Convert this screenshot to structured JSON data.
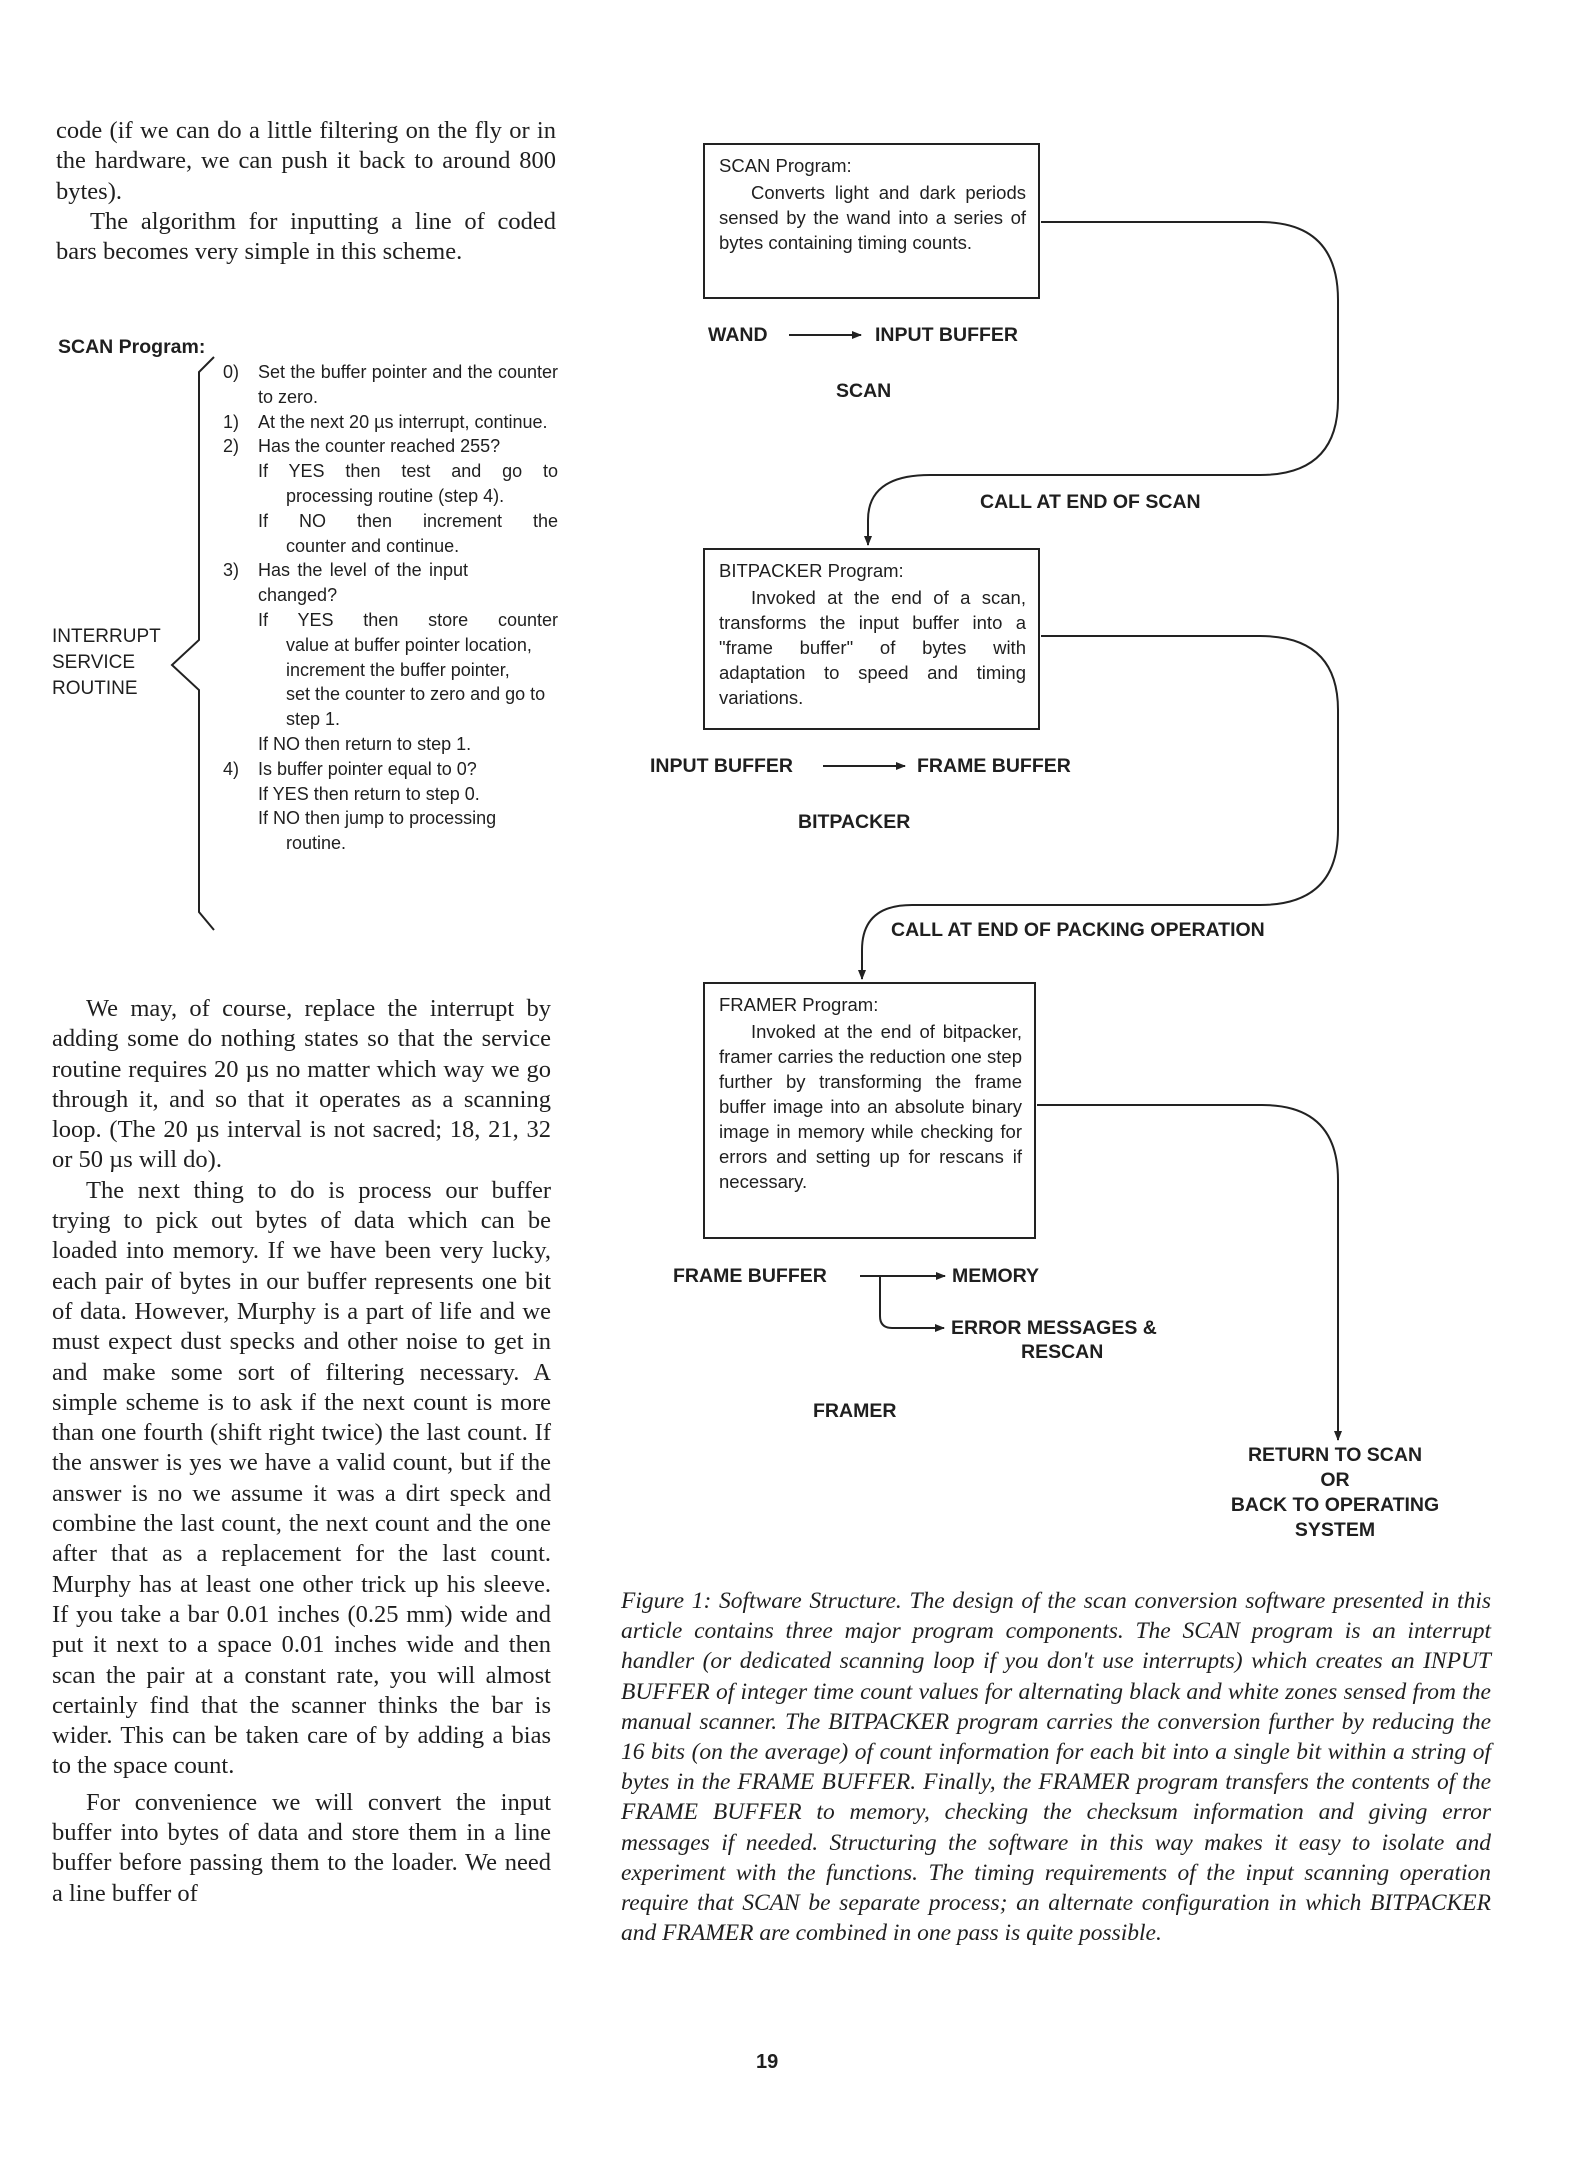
{
  "left_column": {
    "intro_paragraphs": [
      "code (if we can do a little filtering on the fly or in the hardware, we can push it back to around 800 bytes).",
      "The algorithm for inputting a line of coded bars becomes very simple in this scheme."
    ],
    "scan_program_title": "SCAN Program:",
    "interrupt_label": [
      "INTERRUPT",
      "SERVICE",
      "ROUTINE"
    ],
    "steps": {
      "s0_num": "0)",
      "s0_text": "Set the buffer pointer and the counter to zero.",
      "s1_num": "1)",
      "s1_text": "At the next 20 µs interrupt, continue.",
      "s2_num": "2)",
      "s2_text": "Has the counter reached 255?",
      "s2_yes_a": "If YES then test and go to",
      "s2_yes_b": "processing routine (step 4).",
      "s2_no_a": "If NO then increment the",
      "s2_no_b": "counter and continue.",
      "s3_num": "3)",
      "s3_text": "Has the level of the input changed?",
      "s3_yes_a": "If YES then store counter",
      "s3_yes_b": "value at buffer pointer location,",
      "s3_yes_c": "increment the buffer pointer,",
      "s3_yes_d": "set the counter to zero and go to step 1.",
      "s3_no": "If NO then return to step 1.",
      "s4_num": "4)",
      "s4_text": "Is buffer pointer equal to 0?",
      "s4_yes": "If YES then return to step 0.",
      "s4_no_a": "If NO then jump to processing",
      "s4_no_b": "routine."
    },
    "main_paragraphs": [
      "We may, of course, replace the interrupt by adding some do nothing states so that the service routine requires 20 µs no matter which way we go through it, and so that it operates as a scanning loop. (The 20 µs interval is not sacred; 18, 21, 32 or 50 µs will do).",
      "The next thing to do is process our buffer trying to pick out bytes of data which can be loaded into memory. If we have been very lucky, each pair of bytes in our buffer represents one bit of data. However, Murphy is a part of life and we must expect dust specks and other noise to get in and make some sort of filtering necessary. A simple scheme is to ask if the next count is more than one fourth (shift right twice) the last count. If the answer is yes we have a valid count, but if the answer is no we assume it was a dirt speck and combine the last count, the next count and the one after that as a replacement for the last count. Murphy has at least one other trick up his sleeve. If you take a bar 0.01 inches (0.25 mm) wide and put it next to a space 0.01 inches wide and then scan the pair at a constant rate, you will almost certainly find that the scanner thinks the bar is wider. This can be taken care of by adding a bias to the space count.",
      "For convenience we will convert the input buffer into bytes of data and store them in a line buffer before passing them to the loader. We need a line buffer of"
    ]
  },
  "diagram": {
    "scan_box": {
      "title": "SCAN Program:",
      "desc": "Converts light and dark periods sensed by the wand into a series of bytes containing timing counts."
    },
    "wand": "WAND",
    "input_buffer_1": "INPUT BUFFER",
    "scan_label": "SCAN",
    "call_end_scan": "CALL AT END OF SCAN",
    "bitpacker_box": {
      "title": "BITPACKER Program:",
      "desc": "Invoked at the end of a scan, transforms the input buffer into a \"frame buffer\" of bytes with adaptation to speed and timing variations."
    },
    "input_buffer_2": "INPUT BUFFER",
    "frame_buffer_1": "FRAME BUFFER",
    "bitpacker_label": "BITPACKER",
    "call_end_packing": "CALL AT END OF PACKING OPERATION",
    "framer_box": {
      "title": "FRAMER Program:",
      "desc": "Invoked at the end of bitpacker, framer carries the reduction one step further by transforming the frame buffer image into an absolute binary image in memory while checking for errors and setting up for rescans if necessary."
    },
    "frame_buffer_2": "FRAME BUFFER",
    "memory": "MEMORY",
    "error_messages": "ERROR MESSAGES &",
    "rescan": "RESCAN",
    "framer_label": "FRAMER",
    "return_lines": [
      "RETURN TO SCAN",
      "OR",
      "BACK TO OPERATING",
      "SYSTEM"
    ]
  },
  "caption": "Figure 1: Software Structure. The design of the scan conversion software presented in this article contains three major program components. The SCAN program is an interrupt handler (or dedicated scanning loop if you don't use interrupts) which creates an INPUT BUFFER of integer time count values for alternating black and white zones sensed from the manual scanner. The BITPACKER program carries the conversion further by reducing the 16 bits (on the average) of count information for each bit into a single bit within a string of bytes in the FRAME BUFFER. Finally, the FRAMER program transfers the contents of the FRAME BUFFER to memory, checking the checksum information and giving error messages if needed. Structuring the software in this way makes it easy to isolate and experiment with the functions. The timing requirements of the input scanning operation require that SCAN be separate process; an alternate configuration in which BITPACKER and FRAMER are combined in one pass is quite possible.",
  "page_number": "19"
}
